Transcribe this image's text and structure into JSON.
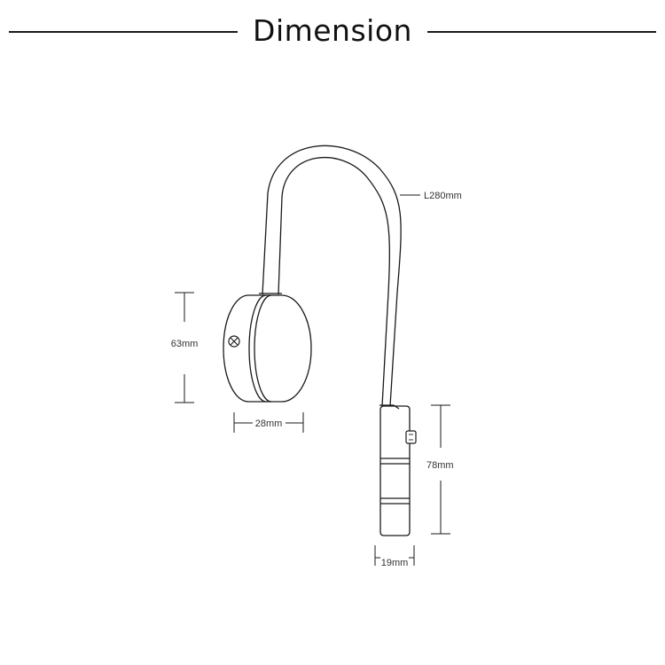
{
  "title": "Dimension",
  "labels": {
    "hose_length": "L280mm",
    "base_diameter": "63mm",
    "base_depth": "28mm",
    "head_length": "78mm",
    "head_diameter": "19mm"
  },
  "colors": {
    "line": "#1a1a1a",
    "text": "#333333"
  },
  "icons": {
    "screw": "screw-icon",
    "switch": "switch-button-icon"
  }
}
